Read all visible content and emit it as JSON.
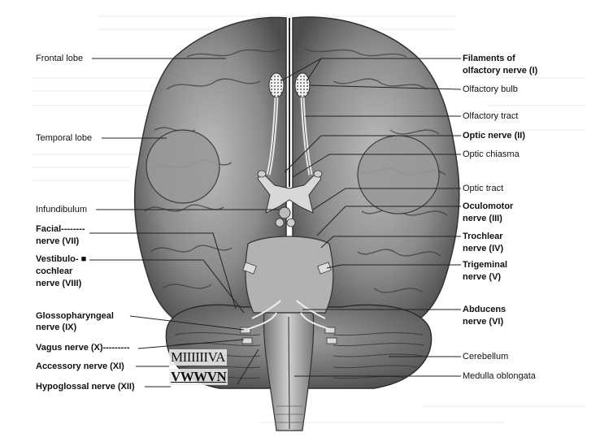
{
  "left_labels": {
    "frontal_lobe": "Frontal lobe",
    "temporal_lobe": "Temporal lobe",
    "infundibulum": "Infundibulum",
    "facial_1": "Facial--------",
    "facial_2": "nerve (VII)",
    "vestib_1": "Vestibulo- ■",
    "vestib_2": "cochlear",
    "vestib_3": "nerve (VIII)",
    "glosso_1": "Glossopharyngeal",
    "glosso_2": "nerve (IX)",
    "vagus": "Vagus nerve (X)---------",
    "accessory": "Accessory nerve (XI)",
    "hypoglossal": "Hypoglossal nerve (XII)"
  },
  "right_labels": {
    "filaments_1": "Filaments of",
    "filaments_2": "olfactory nerve (I)",
    "olfactory_bulb": "Olfactory bulb",
    "olfactory_tract": "Olfactory tract",
    "optic_nerve": "Optic nerve (II)",
    "optic_chiasma": "Optic chiasma",
    "optic_tract": "Optic tract",
    "oculomotor_1": "Oculomotor",
    "oculomotor_2": "nerve (III)",
    "trochlear_1": "Trochlear",
    "trochlear_2": "nerve (IV)",
    "trigeminal_1": "Trigeminal",
    "trigeminal_2": "nerve (V)",
    "abducens_1": "Abducens",
    "abducens_2": "nerve (VI)",
    "cerebellum": "Cerebellum",
    "medulla": "Medulla oblongata"
  },
  "artifact_text": {
    "line1": "MIIIIIIVA",
    "line2": "VWWVN"
  },
  "colors": {
    "brain_fill": "#8a8a8a",
    "brain_dark": "#4a4a4a",
    "brain_light": "#c4c4c4",
    "line": "#222222"
  }
}
